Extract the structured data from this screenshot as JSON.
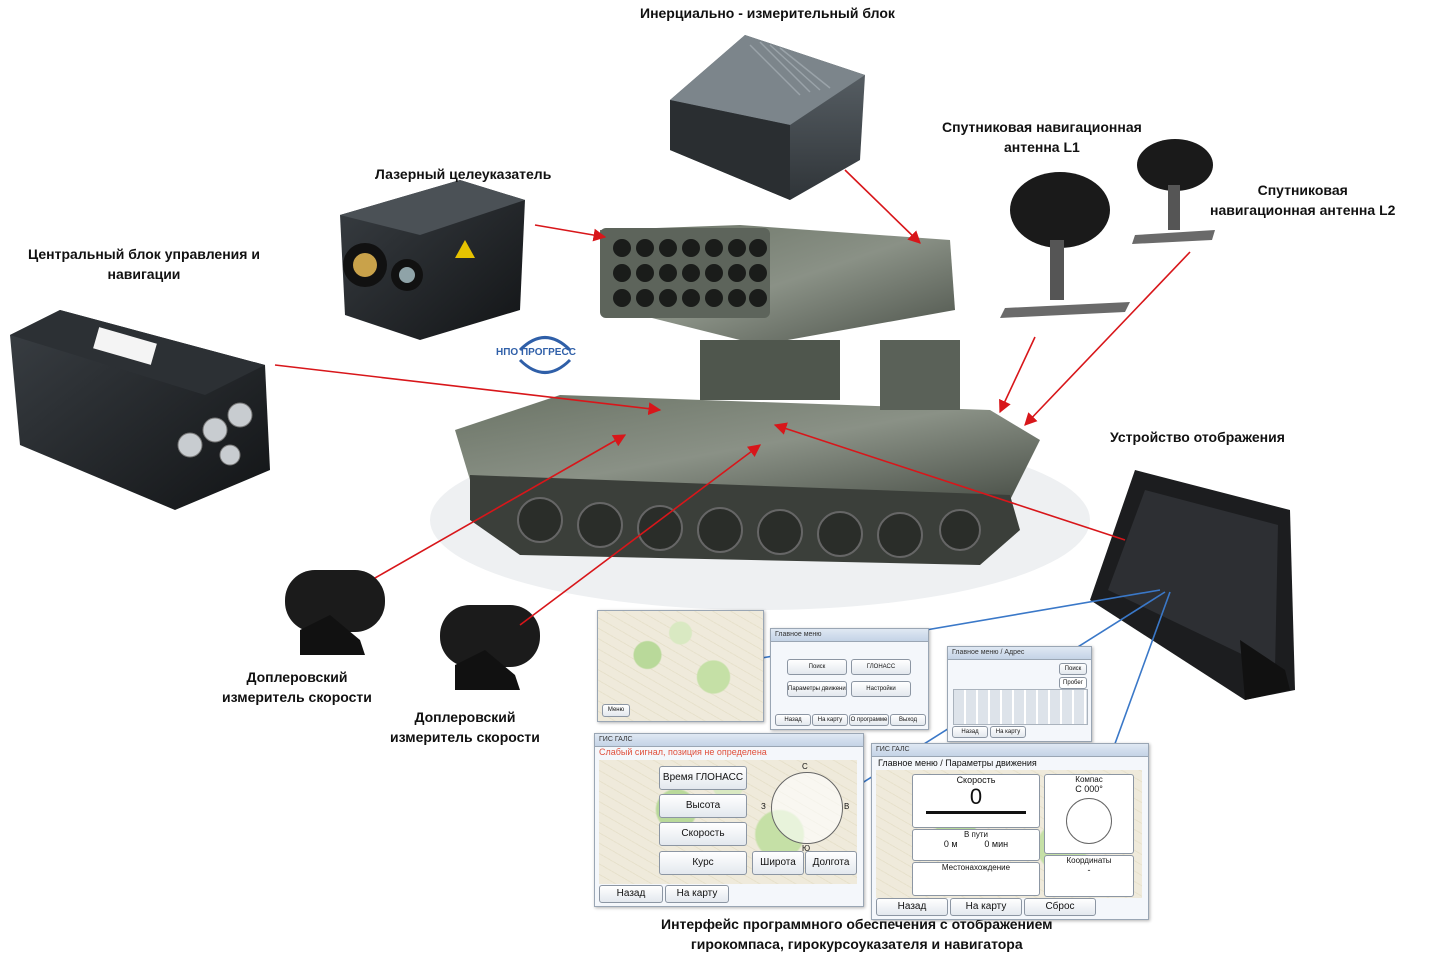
{
  "labels": {
    "imu": "Инерциально - измерительный блок",
    "gnss_l1_line1": "Спутниковая навигационная",
    "gnss_l1_line2": "антенна L1",
    "gnss_l2_line1": "Спутниковая",
    "gnss_l2_line2": "навигационная антенна L2",
    "laser": "Лазерный целеуказатель",
    "central_line1": "Центральный блок управления и",
    "central_line2": "навигации",
    "display": "Устройство отображения",
    "doppler1_line1": "Доплеровский",
    "doppler1_line2": "измеритель скорости",
    "doppler2_line1": "Доплеровский",
    "doppler2_line2": "измеритель скорости",
    "software_line1": "Интерфейс программного обеспечения с отображением",
    "software_line2": "гирокомпаса, гирокурсоуказателя и навигатора"
  },
  "logo": {
    "text": "НПО ПРОГРЕСС"
  },
  "colors": {
    "arrow_red": "#d8161a",
    "arrow_blue": "#3a78c8"
  },
  "screens": {
    "map_small": {
      "menu": "Меню"
    },
    "main_menu": {
      "header": "Главное меню",
      "buttons": [
        "Поиск",
        "ГЛОНАСС",
        "Параметры движения",
        "Настройки"
      ],
      "footer": [
        "Назад",
        "На карту",
        "О программе",
        "Выход"
      ]
    },
    "address": {
      "header": "Главное меню / Адрес",
      "search": "Поиск",
      "run": "Пробег",
      "footer": [
        "Назад",
        "На карту"
      ]
    },
    "glonass": {
      "title": "ГИС ГАЛС",
      "status": "Слабый сигнал, позиция не определена",
      "buttons": [
        "Время ГЛОНАСС",
        "Высота",
        "Скорость",
        "Курс"
      ],
      "lat": "Широта",
      "lon": "Долгота",
      "compass": [
        "С",
        "З",
        "В",
        "Ю"
      ],
      "footer": [
        "Назад",
        "На карту"
      ]
    },
    "motion": {
      "title": "ГИС ГАЛС",
      "header": "Главное меню / Параметры движения",
      "speed_label": "Скорость",
      "speed_value": "0",
      "compass_label": "Компас",
      "compass_value": "С 000°",
      "in_way": "В пути",
      "dist": "0 м",
      "time": "0 мин",
      "coords": "Координаты",
      "location": "Местонахождение",
      "dash": "-",
      "footer": [
        "Назад",
        "На карту",
        "Сброс"
      ]
    }
  }
}
